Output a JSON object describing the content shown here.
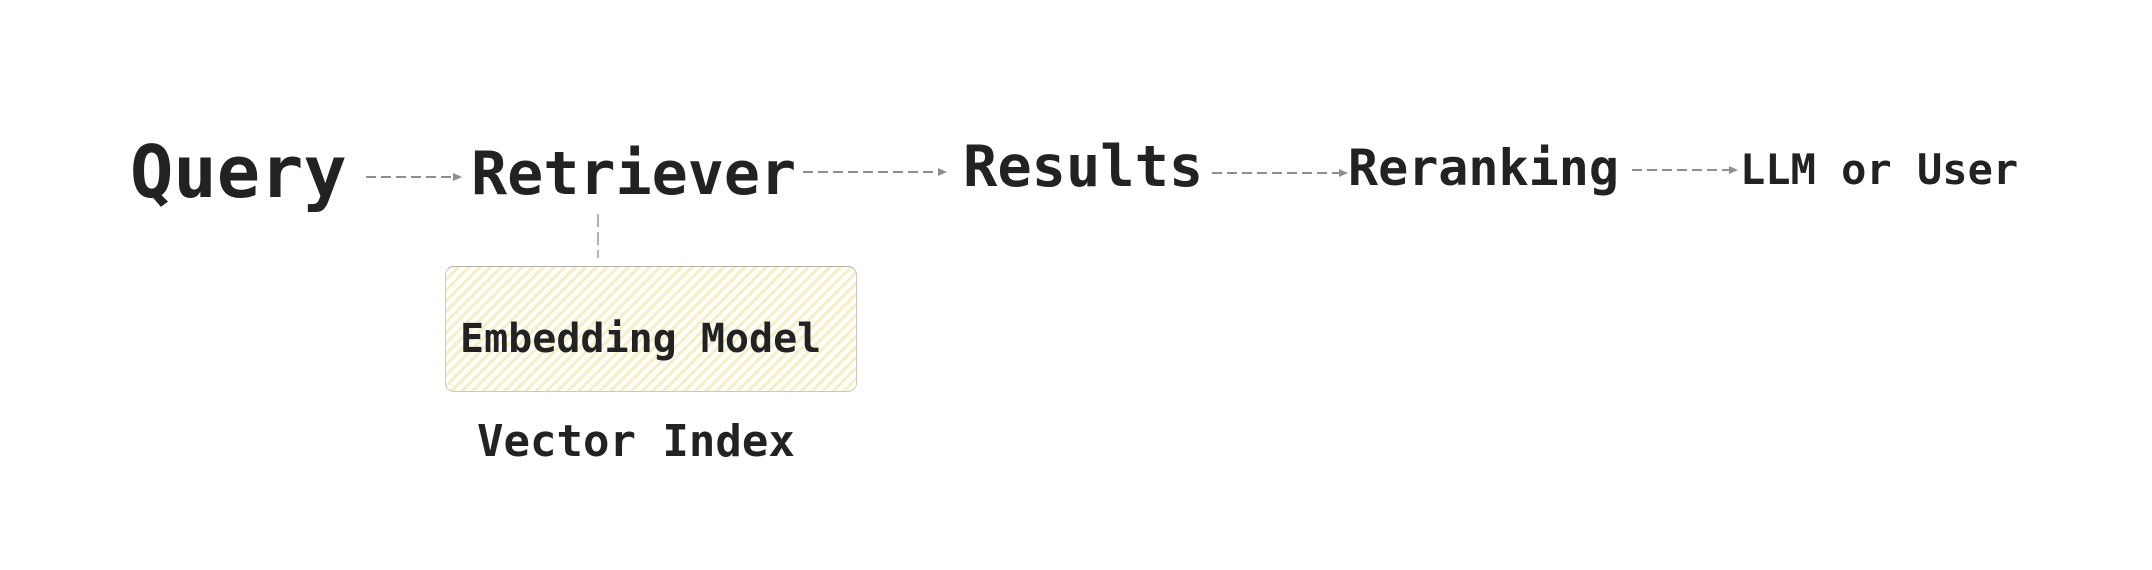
{
  "nodes": [
    {
      "id": "query",
      "label": "Query"
    },
    {
      "id": "retriever",
      "label": "Retriever"
    },
    {
      "id": "results",
      "label": "Results"
    },
    {
      "id": "reranking",
      "label": "Reranking"
    },
    {
      "id": "llm-or-user",
      "label": "LLM or User"
    }
  ],
  "embedding_box": {
    "label": "Embedding Model"
  },
  "caption": {
    "label": "Vector Index"
  },
  "connectors": [
    {
      "from": "query",
      "to": "retriever",
      "style": "dashed-arrow"
    },
    {
      "from": "retriever",
      "to": "results",
      "style": "dashed-arrow"
    },
    {
      "from": "results",
      "to": "reranking",
      "style": "dashed-arrow"
    },
    {
      "from": "reranking",
      "to": "llm-or-user",
      "style": "dashed-arrow"
    },
    {
      "from": "retriever",
      "to": "embedding-box",
      "style": "dashed-vertical"
    }
  ],
  "colors": {
    "text": "#222222",
    "connector": "#8f8f8f",
    "connector_light": "#b3b3b3",
    "box_border": "#c9c9c0",
    "box_hatch": "#f6eec9",
    "box_bg": "#fffef9",
    "background": "#ffffff"
  }
}
